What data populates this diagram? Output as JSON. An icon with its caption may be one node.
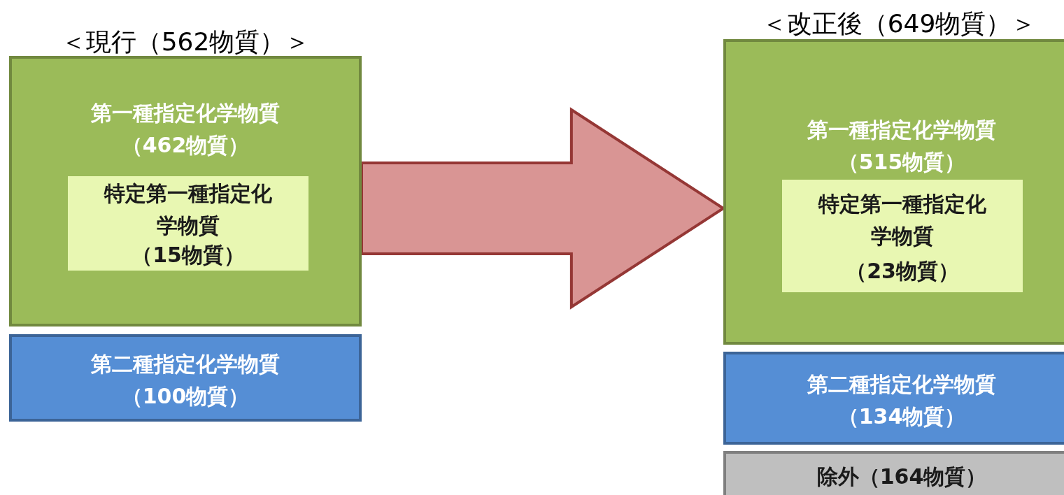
{
  "diagram": {
    "nodes": [
      {
        "text": [
          "第一種指定化学物質（462物質）"
        ]
      },
      {
        "text": [
          "特定第一種指定化学物質",
          "（15物質）"
        ],
        "in": 0
      },
      {
        "text": [
          "第二種指定化学物質（100物質）"
        ]
      },
      {
        "text": [
          "第一種指定化学物質（515物質）"
        ]
      },
      {
        "text": [
          "特定第一種指定化学物質",
          "（23物質）"
        ],
        "in": 3
      },
      {
        "text": [
          "第二種指定化学物質（134物質）"
        ]
      },
      {
        "text": [
          "除外（164物質）"
        ]
      }
    ],
    "edges": [
      {
        "from": 0,
        "to": 3,
        "arrow": "to",
        "style": "thick"
      }
    ],
    "labels": [
      "＜現行（562物質）＞",
      "＜改正後（649物質）＞"
    ]
  }
}
